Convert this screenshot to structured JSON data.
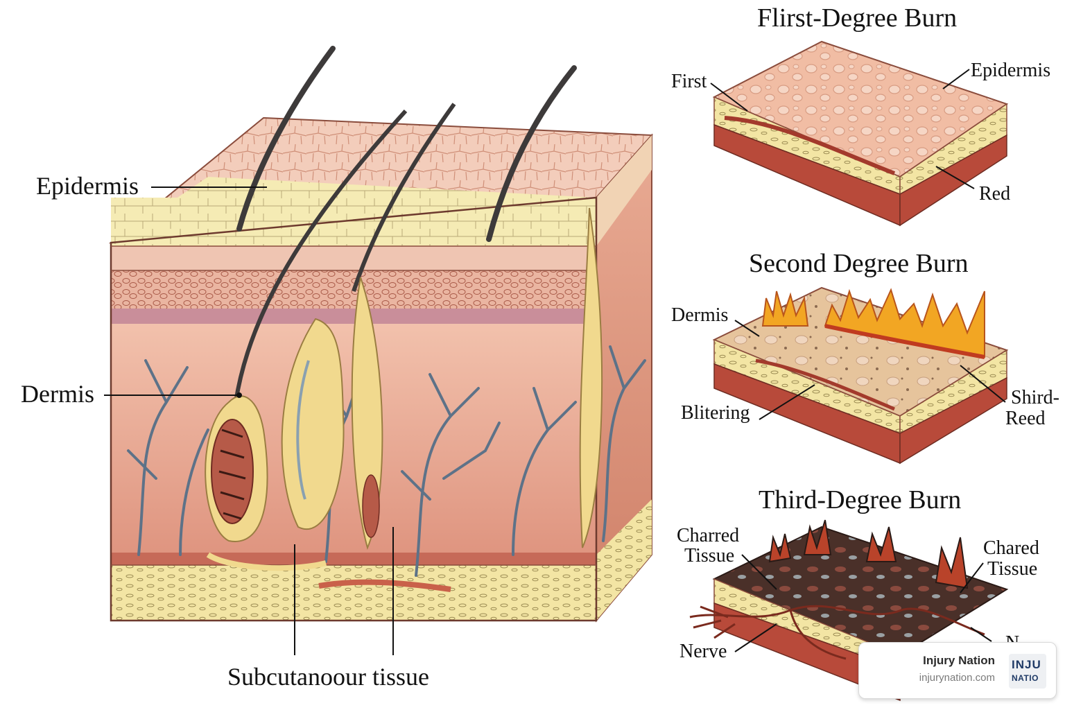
{
  "main_diagram": {
    "labels": {
      "epidermis": "Epidermis",
      "dermis": "Dermis",
      "subcutaneous": "Subcutanoour tissue"
    }
  },
  "first_degree": {
    "title": "Flirst-Degree Burn",
    "labels": {
      "first": "First",
      "epidermis": "Epidermis",
      "red": "Red"
    }
  },
  "second_degree": {
    "title": "Second Degree Burn",
    "labels": {
      "dermis": "Dermis",
      "blistering": "Blitering",
      "shird": "Shird-",
      "reed": "Reed"
    }
  },
  "third_degree": {
    "title": "Third-Degree Burn",
    "labels": {
      "charred_left_1": "Charred",
      "charred_left_2": "Tissue",
      "charred_right_1": "Chared",
      "charred_right_2": "Tissue",
      "nerve": "Nerve",
      "n_cut": "N"
    }
  },
  "watermark": {
    "name": "Injury Nation",
    "url": "injurynation.com",
    "logo_line1": "INJU",
    "logo_line2": "NATIO"
  },
  "colors": {
    "epidermis_top": "#f2c8b6",
    "stratum": "#f3e8b0",
    "dermis": "#e9a88f",
    "fat": "#f1e3a2",
    "vessel": "#5d7288",
    "muscle": "#b84a3a",
    "char": "#3a2a26",
    "flame": "#f2a623"
  }
}
